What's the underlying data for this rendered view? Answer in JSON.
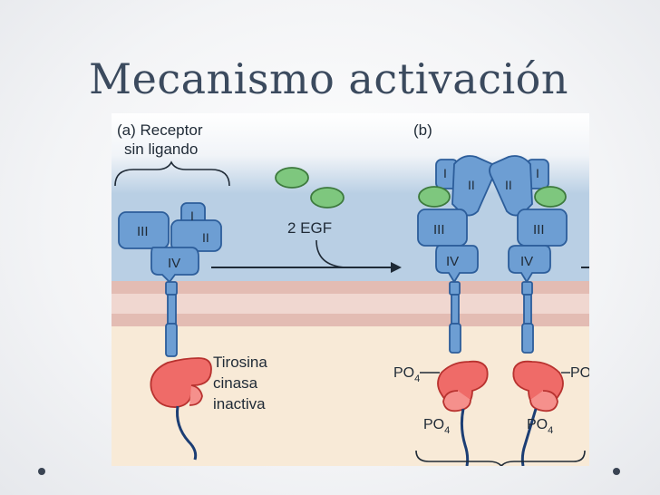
{
  "slide": {
    "title": "Mecanismo activación"
  },
  "panel_a": {
    "label_line1": "(a) Receptor",
    "label_line2": "sin ligando",
    "domains": [
      "I",
      "II",
      "III",
      "IV"
    ],
    "kinase_line1": "Tirosina",
    "kinase_line2": "cinasa",
    "kinase_line3": "inactiva"
  },
  "ligand": {
    "label": "2 EGF"
  },
  "panel_b": {
    "label": "(b)",
    "domains_left": [
      "I",
      "II",
      "III",
      "IV"
    ],
    "domains_right": [
      "I",
      "II",
      "III",
      "IV"
    ],
    "phosphate_base": "PO",
    "phosphate_sub": "4"
  },
  "colors": {
    "receptor": "#6d9ed3",
    "receptor_stroke": "#2c5d9a",
    "ligand": "#7ec77e",
    "kinase": "#ef6b68",
    "membrane": "#e9c9c0"
  }
}
